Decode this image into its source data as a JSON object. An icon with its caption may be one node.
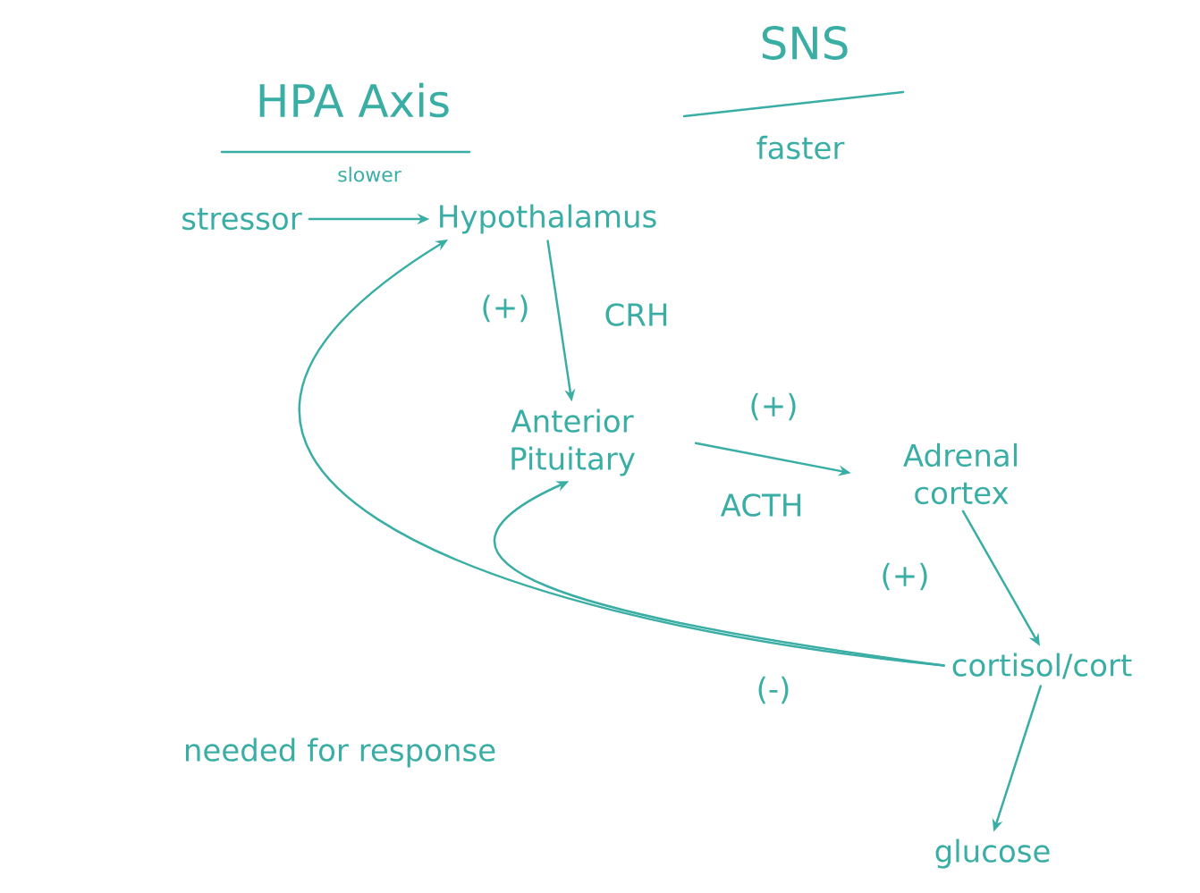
{
  "diagram": {
    "title": "HPA Axis",
    "nodes": [
      {
        "text": [
          "stressor"
        ]
      },
      {
        "text": [
          "Hypothalamus"
        ]
      },
      {
        "text": [
          "Anterior Pituitary"
        ]
      },
      {
        "text": [
          "Adrenal cortex"
        ]
      },
      {
        "text": [
          "cortisol/cort"
        ]
      },
      {
        "text": [
          "glucose"
        ]
      }
    ],
    "edges": [
      {
        "from": 0,
        "to": 1,
        "arrow": "to"
      },
      {
        "from": 1,
        "to": 2,
        "arrow": "to",
        "label": "CRH"
      },
      {
        "from": 2,
        "to": 3,
        "arrow": "to",
        "label": "ACTH"
      },
      {
        "from": 3,
        "to": 4,
        "arrow": "to",
        "label": "(+)"
      },
      {
        "from": 4,
        "to": 1,
        "arrow": "to"
      },
      {
        "from": 4,
        "to": 2,
        "arrow": "to"
      },
      {
        "from": 4,
        "to": 5,
        "arrow": "to"
      }
    ],
    "labels": [
      "slower",
      "SNS",
      "faster",
      "(+)",
      "(+)",
      "(-)",
      "needed for response"
    ]
  }
}
